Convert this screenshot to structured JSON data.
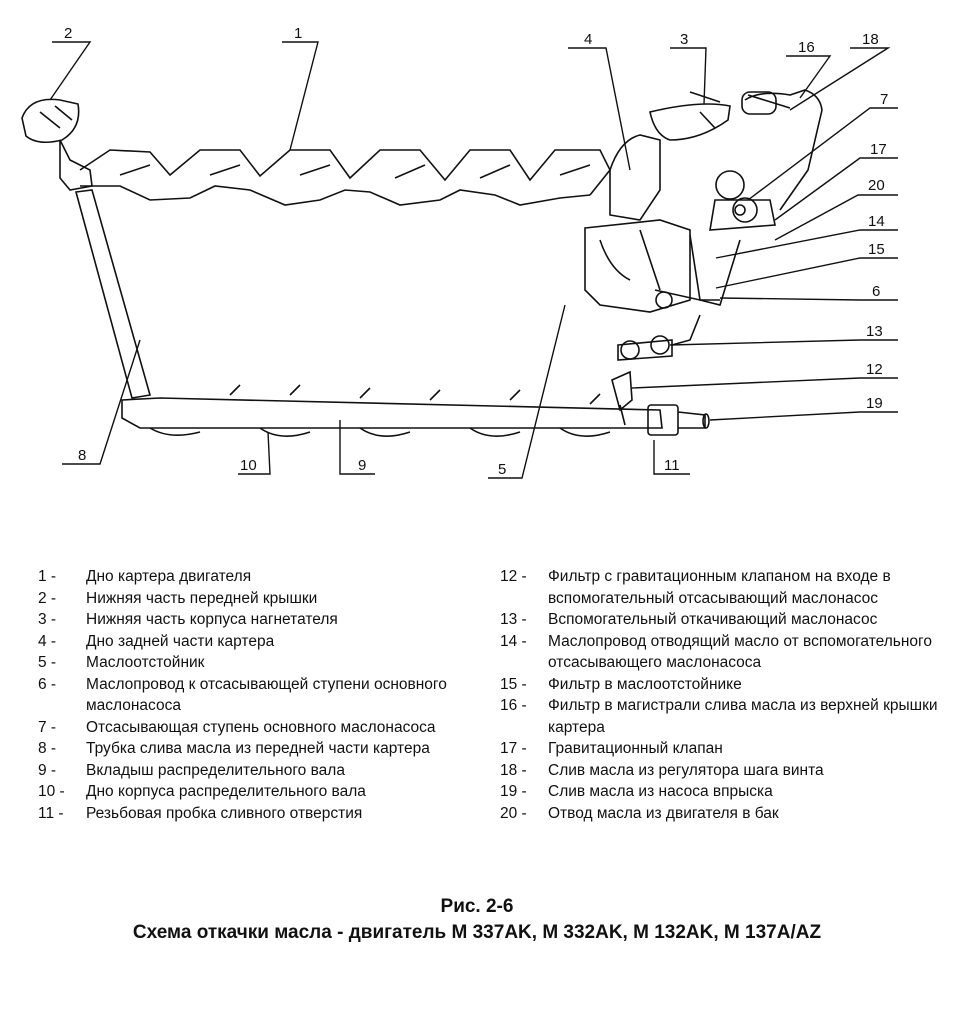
{
  "callouts": {
    "c1": "1",
    "c2": "2",
    "c3": "3",
    "c4": "4",
    "c5": "5",
    "c6": "6",
    "c7": "7",
    "c8": "8",
    "c9": "9",
    "c10": "10",
    "c11": "11",
    "c12": "12",
    "c13": "13",
    "c14": "14",
    "c15": "15",
    "c16": "16",
    "c17": "17",
    "c18": "18",
    "c19": "19",
    "c20": "20"
  },
  "legend_left": [
    {
      "num": "1 -",
      "text": "Дно картера двигателя"
    },
    {
      "num": "2 -",
      "text": "Нижняя часть передней крышки"
    },
    {
      "num": "3 -",
      "text": "Нижняя часть корпуса нагнетателя"
    },
    {
      "num": "4 -",
      "text": "Дно задней части картера"
    },
    {
      "num": "5 -",
      "text": "Маслоотстойник"
    },
    {
      "num": "6 -",
      "text": "Маслопровод к отсасывающей ступени основного маслонасоса"
    },
    {
      "num": "7 -",
      "text": "Отсасывающая ступень основного маслонасоса"
    },
    {
      "num": "8 -",
      "text": "Трубка слива масла из передней части картера"
    },
    {
      "num": "9 -",
      "text": "Вкладыш распределительного вала"
    },
    {
      "num": "10 -",
      "text": "Дно корпуса распределительного вала"
    },
    {
      "num": "11 -",
      "text": "Резьбовая пробка сливного отверстия"
    }
  ],
  "legend_right": [
    {
      "num": "12 -",
      "text": "Фильтр с гравитационным клапаном на входе в вспомогательный отсасывающий маслонасос"
    },
    {
      "num": "13 -",
      "text": "Вспомогательный откачивающий маслонасос"
    },
    {
      "num": "14 -",
      "text": "Маслопровод отводящий масло от вспомогательного отсасывающего маслонасоса"
    },
    {
      "num": "15 -",
      "text": "Фильтр в маслоотстойнике"
    },
    {
      "num": "16 -",
      "text": "Фильтр в магистрали слива масла из верхней крышки картера"
    },
    {
      "num": "17 -",
      "text": "Гравитационный клапан"
    },
    {
      "num": "18 -",
      "text": "Слив масла из регулятора шага винта"
    },
    {
      "num": "19 -",
      "text": "Слив масла из насоса впрыска"
    },
    {
      "num": "20 -",
      "text": "Отвод масла из двигателя в бак"
    }
  ],
  "figure": {
    "number": "Рис. 2-6",
    "title": "Схема откачки масла - двигатель M 337AK, M 332AK, M 132AK, M 137A/AZ"
  }
}
